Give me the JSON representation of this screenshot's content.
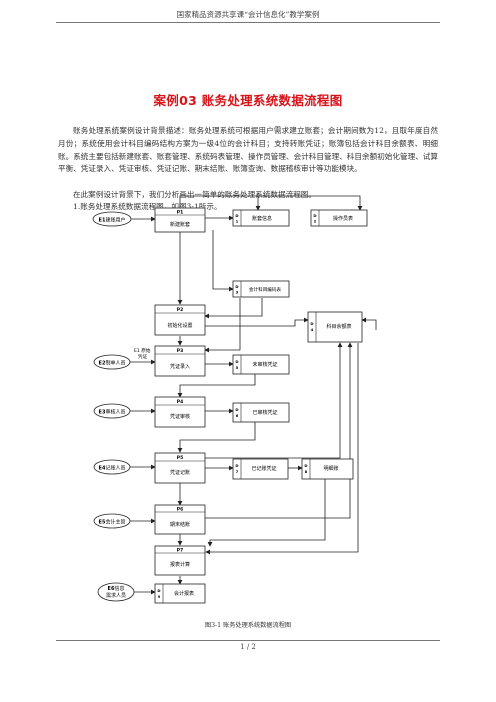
{
  "header": "国家精品资源共享课“会计信息化”教学案例",
  "title": "案例03 账务处理系统数据流程图",
  "paragraphs": {
    "p1": "账务处理系统案例设计背景描述：账务处理系统可根据用户需求建立账套；会计期间数为12，且取年度自然月份；系统使用会计科目编码结构方案为一级4位的会计科目；支持转账凭证；账簿包括会计科目余额表、明细账。系统主要包括新建账套、账套管理、系统码表管理、操作员管理、会计科目管理、科目余额初始化管理、试算平衡、凭证录入、凭证审核、凭证记账、期末结账、账簿查询、数据稽核审计等功能模块。",
    "p2": "在此案例设计背景下，我们分析画出一简单的账务处理系统数据流程图。",
    "p3": "1.账务处理系统数据流程图，如图3-1所示。"
  },
  "diagram": {
    "entities": {
      "e1": {
        "code": "E1",
        "label": "建账用户"
      },
      "e2": {
        "code": "E2",
        "label": "制单人员"
      },
      "e3": {
        "code": "E3",
        "label": "审核人员"
      },
      "e4": {
        "code": "E4",
        "label": "记账人员"
      },
      "e5": {
        "code": "E5",
        "label": "会计主管"
      },
      "e6": {
        "code": "E6",
        "label1": "信息",
        "label2": "需求人员"
      }
    },
    "processes": {
      "p1": {
        "code": "P1",
        "label": "新建账套"
      },
      "p2": {
        "code": "P2",
        "label": "初始化设置"
      },
      "p3": {
        "code": "P3",
        "label": "凭证录入"
      },
      "p4": {
        "code": "P4",
        "label": "凭证审核"
      },
      "p5": {
        "code": "P5",
        "label": "凭证记账"
      },
      "p6": {
        "code": "P6",
        "label": "期末结账"
      },
      "p7": {
        "code": "P7",
        "label": "报表计算"
      }
    },
    "stores": {
      "zt": {
        "code": "D\n1",
        "label": "账套信息"
      },
      "czy": {
        "code": "D\n2",
        "label": "操作员表"
      },
      "km": {
        "code": "D\n3",
        "label": "会计科目编码表"
      },
      "kmye": {
        "code": "D\n4",
        "label": "科目余额表"
      },
      "wsh": {
        "code": "D\n5",
        "label": "未审核凭证"
      },
      "ysh": {
        "code": "D\n6",
        "label": "已审核凭证"
      },
      "yjz": {
        "code": "D\n7",
        "label": "已记账凭证"
      },
      "mxz": {
        "code": "D\n8",
        "label": "明细账"
      },
      "kjbb": {
        "code": "D\n9",
        "label": "会计报表"
      }
    },
    "flow_label_1": "E1 原始",
    "flow_label_2": "凭证"
  },
  "caption": "图3-1 账务处理系统数据流程图",
  "page_number": "1 / 2"
}
